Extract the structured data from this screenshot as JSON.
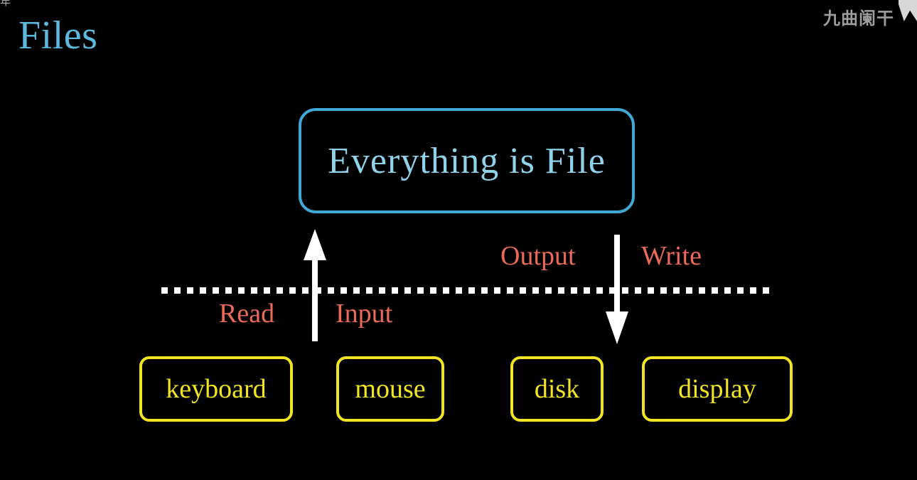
{
  "slide": {
    "title": "Files",
    "background_color": "#000000"
  },
  "watermark": {
    "corner_fragment": "年",
    "text": "九曲阑干",
    "color": "#9d9d9d",
    "logo_icon": "video-logo-icon"
  },
  "concept": {
    "label": "Everything is File",
    "border_color": "#3fa8d6",
    "text_color": "#8fd2ea"
  },
  "divider": {
    "style": "dotted",
    "color": "#ffffff"
  },
  "flows": [
    {
      "label": "Read",
      "color": "#ec6a58",
      "direction": "up"
    },
    {
      "label": "Input",
      "color": "#ec6a58",
      "direction": "up"
    },
    {
      "label": "Output",
      "color": "#ec6a58",
      "direction": "down"
    },
    {
      "label": "Write",
      "color": "#ec6a58",
      "direction": "down"
    }
  ],
  "arrows": [
    {
      "name": "input-read-arrow",
      "direction": "up",
      "color": "#ffffff"
    },
    {
      "name": "output-write-arrow",
      "direction": "down",
      "color": "#ffffff"
    }
  ],
  "devices": [
    {
      "label": "keyboard",
      "color": "#f2e422"
    },
    {
      "label": "mouse",
      "color": "#f2e422"
    },
    {
      "label": "disk",
      "color": "#f2e422"
    },
    {
      "label": "display",
      "color": "#f2e422"
    }
  ]
}
